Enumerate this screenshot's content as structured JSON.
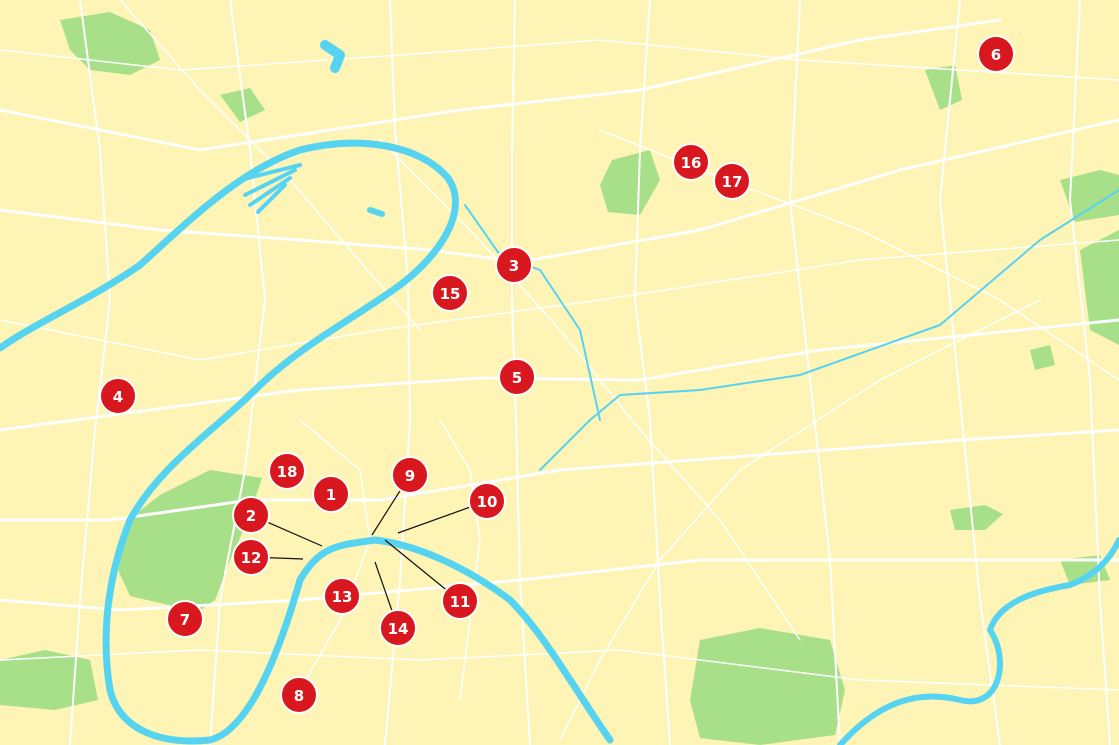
{
  "map": {
    "colors": {
      "land": "#fdf4b5",
      "water": "#57d3f2",
      "park": "#a8e08a",
      "road": "#ffffff",
      "marker": "#d8171f",
      "marker_text": "#ffffff",
      "leader_line": "#111111"
    },
    "markers": [
      {
        "label": "1"
      },
      {
        "label": "2"
      },
      {
        "label": "3"
      },
      {
        "label": "4"
      },
      {
        "label": "5"
      },
      {
        "label": "6"
      },
      {
        "label": "7"
      },
      {
        "label": "8"
      },
      {
        "label": "9"
      },
      {
        "label": "10"
      },
      {
        "label": "11"
      },
      {
        "label": "12"
      },
      {
        "label": "13"
      },
      {
        "label": "14"
      },
      {
        "label": "15"
      },
      {
        "label": "16"
      },
      {
        "label": "17"
      },
      {
        "label": "18"
      }
    ]
  }
}
